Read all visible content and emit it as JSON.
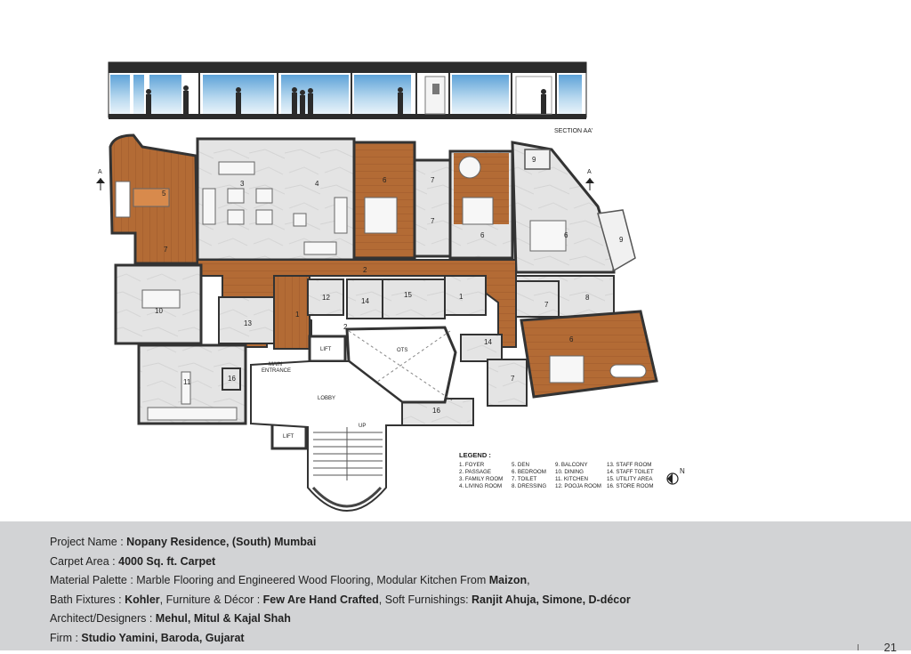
{
  "section": {
    "label": "SECTION AA'",
    "marker": "A"
  },
  "plan": {
    "rooms": [
      {
        "n": "1"
      },
      {
        "n": "2"
      },
      {
        "n": "3"
      },
      {
        "n": "4"
      },
      {
        "n": "5"
      },
      {
        "n": "6"
      },
      {
        "n": "7"
      },
      {
        "n": "8"
      },
      {
        "n": "9"
      },
      {
        "n": "10"
      },
      {
        "n": "11"
      },
      {
        "n": "12"
      },
      {
        "n": "13"
      },
      {
        "n": "14"
      },
      {
        "n": "15"
      },
      {
        "n": "16"
      }
    ],
    "labels": {
      "lift": "LIFT",
      "lobby": "LOBBY",
      "ots": "OTS",
      "up": "UP",
      "main_entrance_1": "MAIN",
      "main_entrance_2": "ENTRANCE"
    }
  },
  "legend": {
    "title": "LEGEND :",
    "columns": [
      [
        "1. FOYER",
        "2. PASSAGE",
        "3. FAMILY ROOM",
        "4. LIVING ROOM"
      ],
      [
        "5. DEN",
        "6. BEDROOM",
        "7. TOILET",
        "8. DRESSING"
      ],
      [
        "9. BALCONY",
        "10. DINING",
        "11. KITCHEN",
        "12. POOJA ROOM"
      ],
      [
        "13. STAFF ROOM",
        "14. STAFF TOILET",
        "15. UTILITY AREA",
        "16. STORE ROOM"
      ]
    ],
    "north": "N"
  },
  "info": {
    "project_label": "Project Name : ",
    "project_value": "Nopany Residence, (South) Mumbai",
    "area_label": "Carpet Area : ",
    "area_value": "4000 Sq. ft.  Carpet",
    "material_label": "Material Palette : Marble Flooring  and Engineered Wood Flooring, Modular Kitchen From ",
    "material_value": "Maizon",
    "material_end": ",",
    "bath_label": "Bath Fixtures : ",
    "bath_value": "Kohler",
    "furniture_label": ", Furniture & Décor : ",
    "furniture_value": "Few Are Hand Crafted",
    "soft_label": ", Soft Furnishings: ",
    "soft_value": "Ranjit Ahuja, Simone, D-décor",
    "architect_label": "Architect/Designers : ",
    "architect_value": "Mehul, Mitul & Kajal Shah",
    "firm_label": "Firm : ",
    "firm_value": "Studio Yamini, Baroda, Gujarat",
    "page_number": "21"
  },
  "colors": {
    "wood": "#b06a34",
    "marble": "#e6e6e6",
    "wall": "#3a3a3a",
    "sky": "#7fb6e0",
    "panel": "#d2d3d5"
  }
}
